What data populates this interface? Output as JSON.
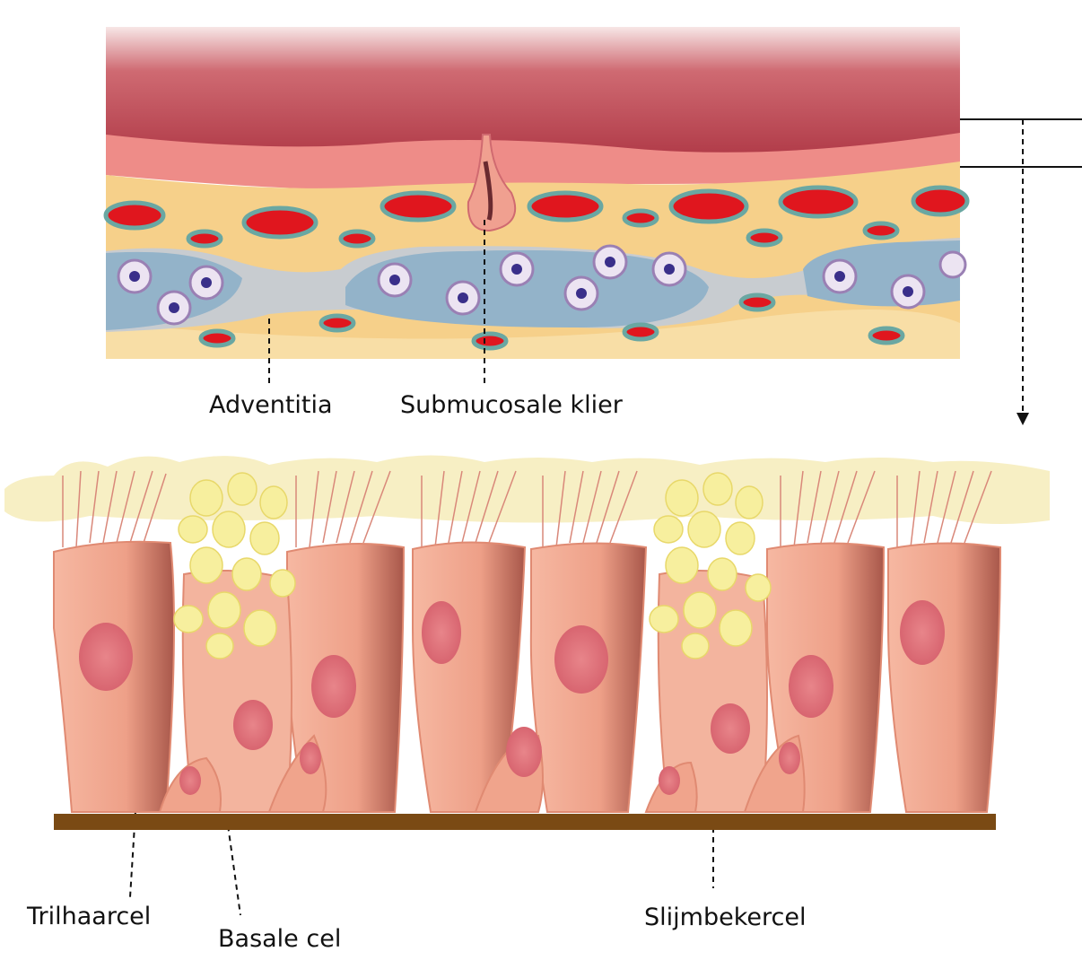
{
  "labels": {
    "adventitia": "Adventitia",
    "submucosal_gland": "Submucosale klier",
    "ciliated_cell": "Trilhaarcel",
    "basal_cell": "Basale cel",
    "goblet_cell": "Slijmbekercel"
  },
  "colors": {
    "mucosa_dark": "#b5434f",
    "mucosa_light": "#ee8c88",
    "connective": "#f6d08a",
    "vessel": "#e0161e",
    "vessel_rim": "#6aa7a2",
    "lymph_region": "#93b3c9",
    "cell_body": "#f2a68c",
    "mucus": "#f7ef9e",
    "basement_membrane": "#7a4a14"
  }
}
